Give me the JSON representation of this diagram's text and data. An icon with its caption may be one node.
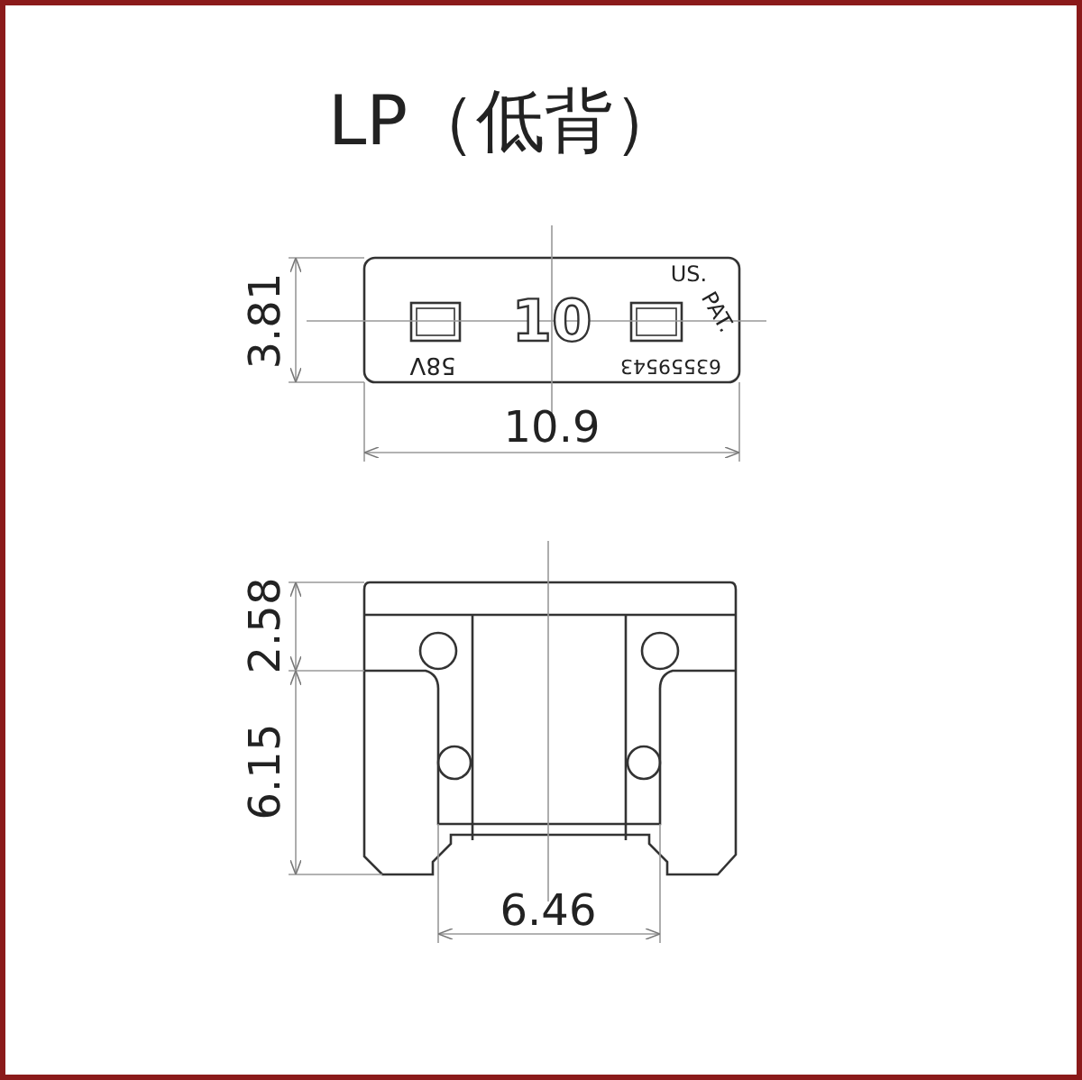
{
  "diagram": {
    "title": "LP（低背）",
    "labels": [
      "10",
      "58V",
      "US.",
      "PAT.",
      "63559543",
      "3.81",
      "10.9",
      "2.58",
      "6.15",
      "6.46"
    ]
  }
}
